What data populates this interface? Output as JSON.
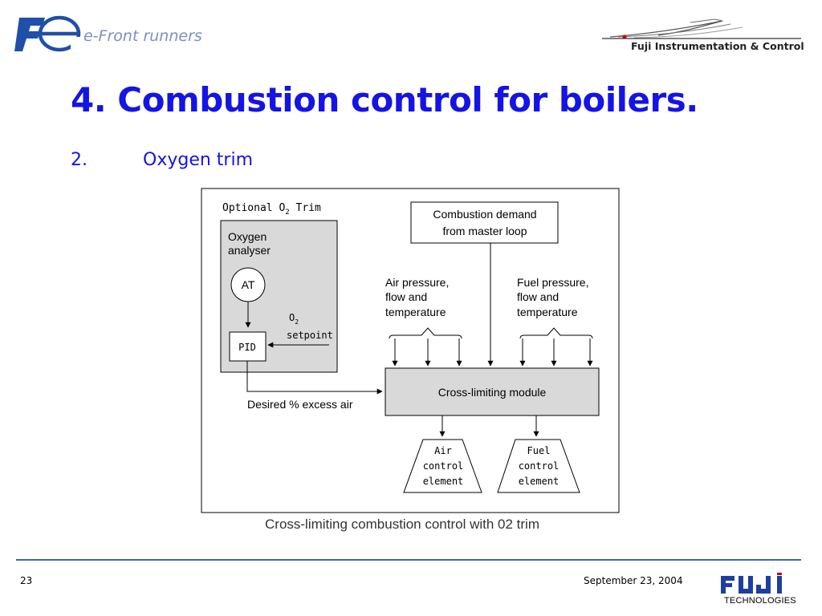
{
  "header": {
    "tagline": "e-Front runners",
    "company": "Fuji Instrumentation & Control"
  },
  "slide": {
    "title": "4. Combustion control for boilers.",
    "sub_number": "2.",
    "sub_text": "Oxygen trim"
  },
  "diagram": {
    "o2_trim_label": "Optional O",
    "o2_trim_sub": "2",
    "o2_trim_suffix": " Trim",
    "analyser_line1": "Oxygen",
    "analyser_line2": "analyser",
    "at_label": "AT",
    "pid_label": "PID",
    "setpoint_o": "O",
    "setpoint_sub": "2",
    "setpoint_text": "setpoint",
    "demand_line1": "Combustion demand",
    "demand_line2": "from master loop",
    "air_line1": "Air pressure,",
    "air_line2": "flow and",
    "air_line3": "temperature",
    "fuel_line1": "Fuel pressure,",
    "fuel_line2": "flow and",
    "fuel_line3": "temperature",
    "module_label": "Cross-limiting module",
    "excess_air_label": "Desired % excess air",
    "air_elem_1": "Air",
    "air_elem_2": "control",
    "air_elem_3": "element",
    "fuel_elem_1": "Fuel",
    "fuel_elem_2": "control",
    "fuel_elem_3": "element",
    "caption": "Cross-limiting combustion control with 02 trim"
  },
  "footer": {
    "page_number": "23",
    "date": "September 23, 2004",
    "brand": "FUJI",
    "brand_sub": "TECHNOLOGIES"
  },
  "colors": {
    "title_blue": "#1414e6",
    "footer_line": "#3c64c8",
    "logo_blue": "#1f4fa8",
    "box_gray": "#d9d9d9"
  }
}
